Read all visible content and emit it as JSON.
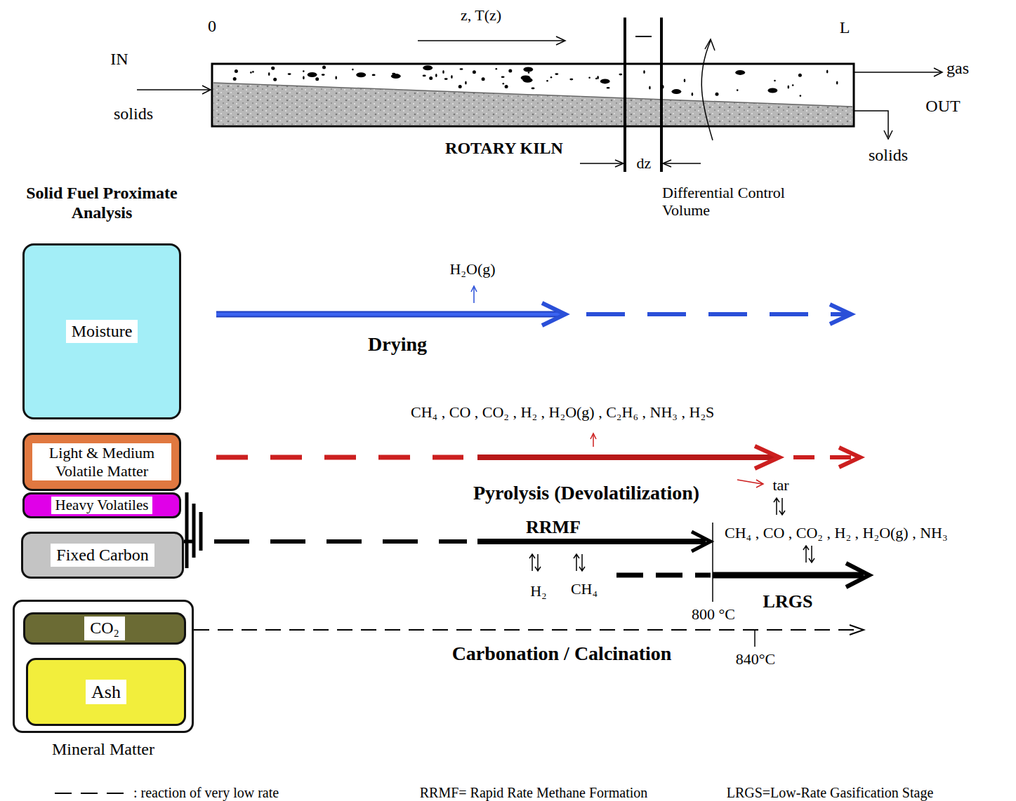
{
  "diagram": {
    "nodes": [
      {
        "text": [
          "Moisture"
        ]
      },
      {
        "text": [
          "Light & Medium Volatile Matter"
        ]
      },
      {
        "text": [
          "Heavy Volatiles"
        ]
      },
      {
        "text": [
          "Fixed Carbon"
        ]
      },
      {
        "text": [
          "Mineral Matter"
        ]
      },
      {
        "text": [
          "CO₂"
        ],
        "in": 4
      },
      {
        "text": [
          "Ash"
        ],
        "in": 4
      }
    ],
    "labels": [
      "0",
      "z, T(z)",
      "L",
      "IN",
      "solids",
      "gas",
      "OUT",
      "solids",
      "ROTARY KILN",
      "dz",
      "Differential Control Volume",
      "Solid Fuel Proximate Analysis",
      "H₂O(g)",
      "Drying",
      "CH₄ , CO , CO₂ , H₂ , H₂O(g) , C₂H₆ , NH₃ , H₂S",
      "Pyrolysis (Devolatilization)",
      "tar",
      "RRMF",
      "H₂",
      "CH₄",
      "CH₄ , CO , CO₂ , H₂ , H₂O(g) , NH₃",
      "800 °C",
      "LRGS",
      "Carbonation / Calcination",
      "840°C",
      "RRMF= Rapid Rate Methane Formation",
      "LRGS=Low-Rate Gasification Stage"
    ],
    "legend": [
      {
        "text": ": reaction of very low rate"
      }
    ]
  }
}
